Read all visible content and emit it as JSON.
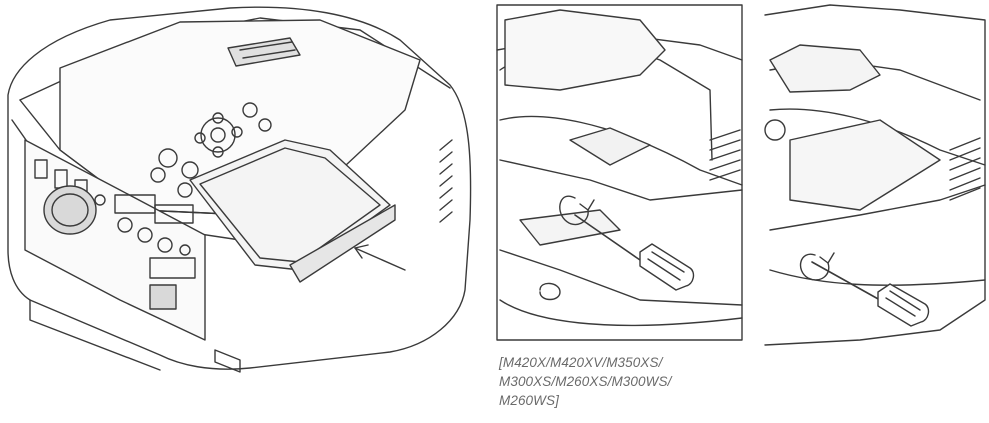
{
  "caption": {
    "lines": [
      "[M420X/M420XV/M350XS/",
      "M300XS/M260XS/M300WS/",
      "M260WS]"
    ]
  },
  "colors": {
    "line": "#3a3a3a",
    "shade": "#d9d9d9",
    "caption": "#6a6a6a"
  }
}
